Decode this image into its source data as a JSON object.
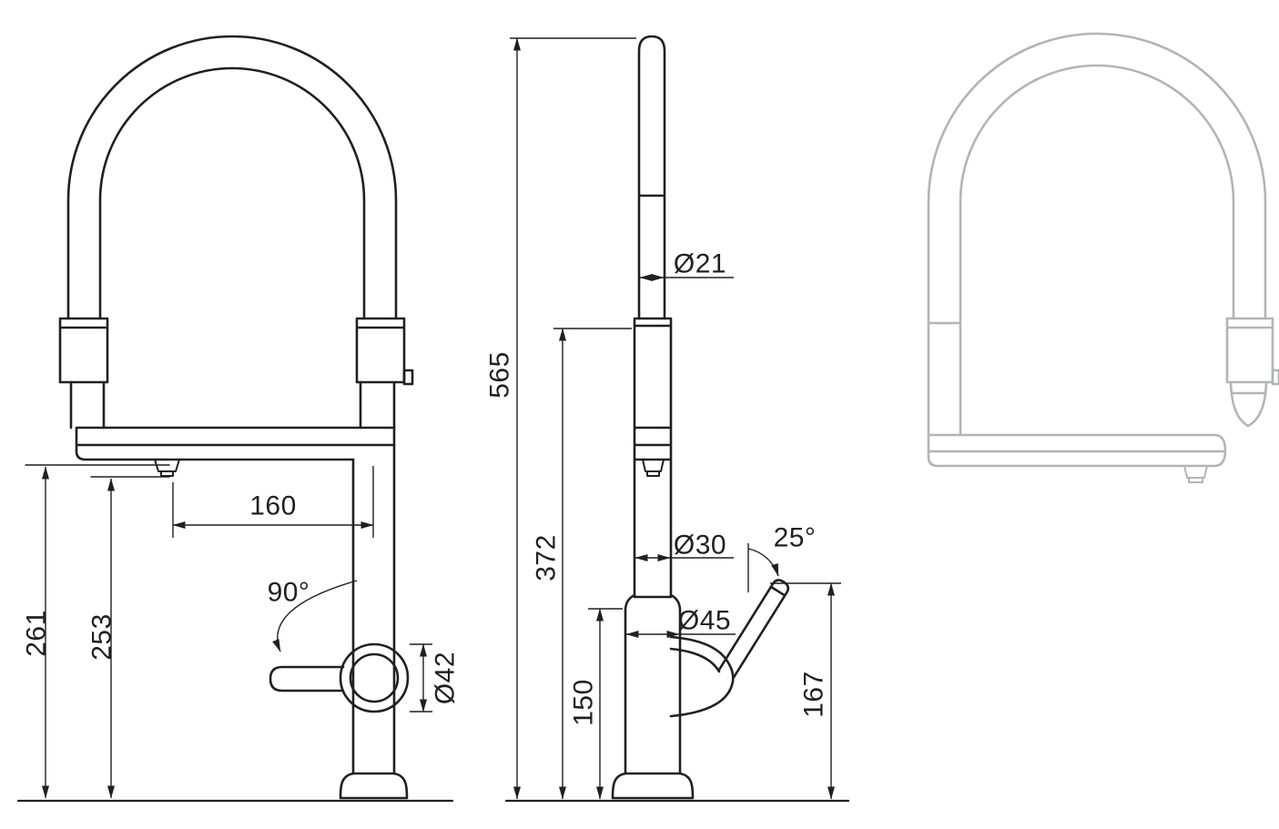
{
  "figure": {
    "colors": {
      "primary_line": "#231f20",
      "secondary_line": "#b2b4b7",
      "background": "#ffffff"
    }
  },
  "dims": {
    "spout_reach": "160",
    "spout_height_outer": "261",
    "spout_height_inner": "253",
    "handle_rotation": "90°",
    "handle_diameter": "Ø42",
    "overall_height": "565",
    "spout_tube_diameter": "Ø21",
    "spout_pivot_height": "372",
    "body_diameter": "Ø30",
    "base_diameter": "Ø45",
    "lever_tilt": "25°",
    "lower_body_height": "150",
    "lever_top_height": "167"
  }
}
